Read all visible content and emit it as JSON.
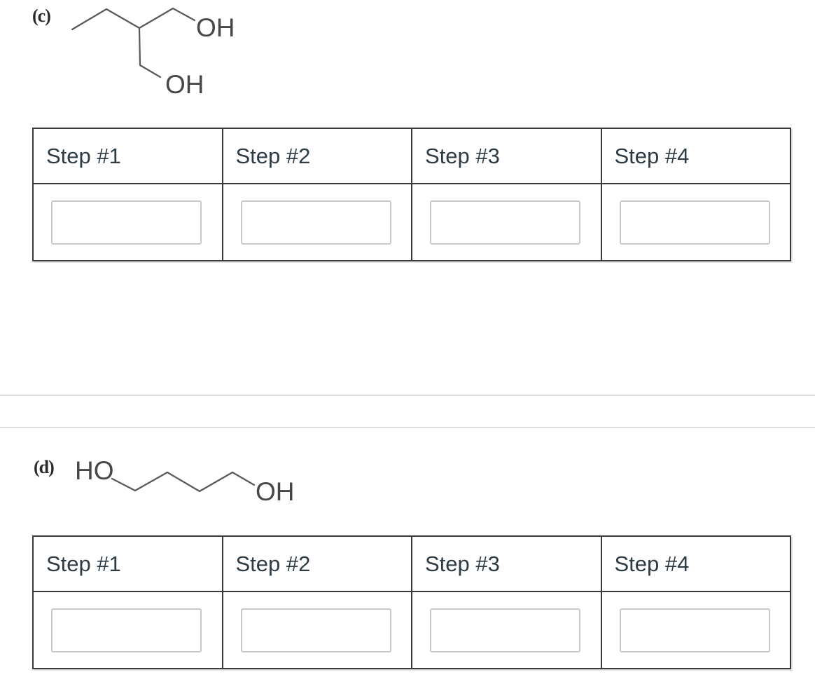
{
  "colors": {
    "background": "#ffffff",
    "table_border": "#3a3a3a",
    "header_text": "#2d3b45",
    "input_border": "#c8c8c8",
    "divider": "#e0e0e0",
    "bond_stroke": "#585858",
    "atom_text": "#474747"
  },
  "section_c": {
    "label": "(c)",
    "molecule": {
      "hydroxyl_top": "OH",
      "hydroxyl_bottom": "OH"
    },
    "table": {
      "headers": [
        "Step #1",
        "Step #2",
        "Step #3",
        "Step #4"
      ]
    }
  },
  "section_d": {
    "label": "(d)",
    "molecule": {
      "hydroxyl_left": "HO",
      "hydroxyl_right": "OH"
    },
    "table": {
      "headers": [
        "Step #1",
        "Step #2",
        "Step #3",
        "Step #4"
      ]
    }
  },
  "input_defaults": {
    "value": "",
    "placeholder": ""
  }
}
